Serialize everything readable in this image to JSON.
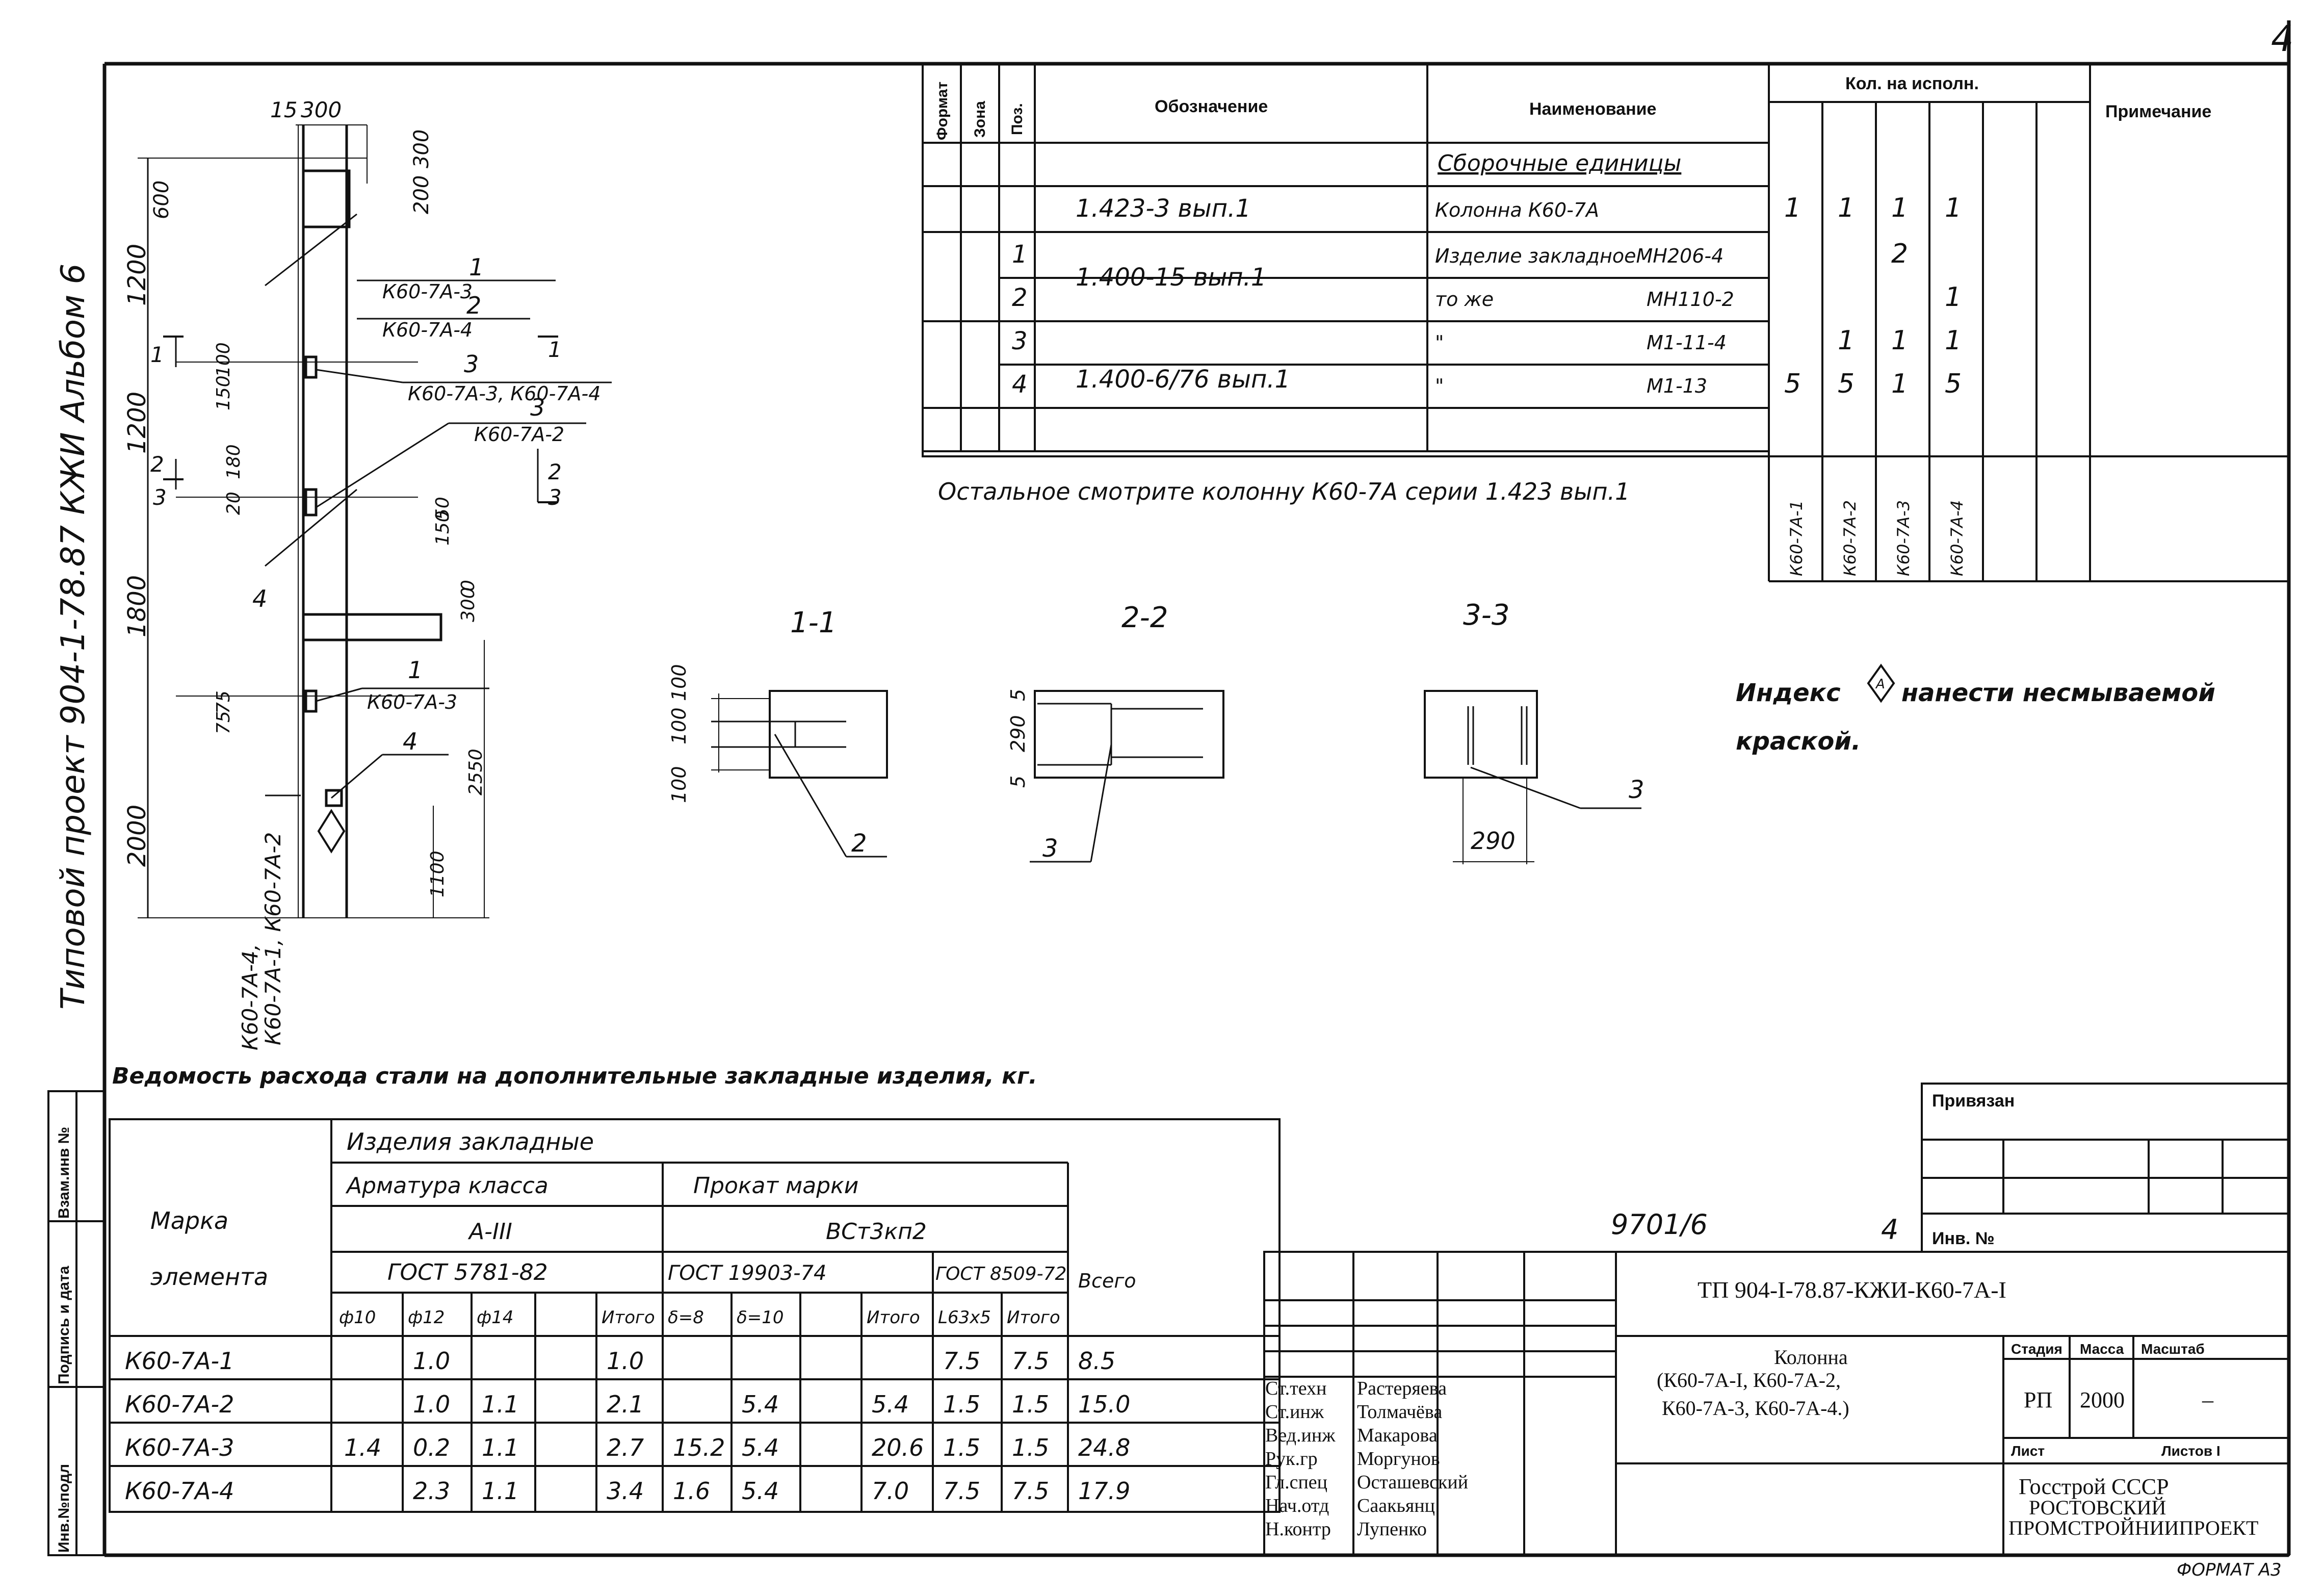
{
  "page_number": "4",
  "side_title": "Типовой проект 904-1-78.87 КЖИ Альбом 6",
  "spec": {
    "headers": {
      "format": "Формат",
      "zone": "Зона",
      "pos": "Поз.",
      "designation": "Обозначение",
      "name": "Наименование",
      "qty": "Кол. на исполн.",
      "note": "Примечание"
    },
    "section_title": "Сборочные единицы",
    "rows": [
      {
        "pos": "",
        "designation": "1.423-3 вып.1",
        "name": "Колонна К60-7А",
        "name_code": "",
        "q": [
          "1",
          "1",
          "1",
          "1"
        ]
      },
      {
        "pos": "1",
        "designation": "1.400-15 вып.1",
        "name": "Изделие закладноеМН206-4",
        "name_code": "",
        "q": [
          "",
          "",
          "2",
          ""
        ]
      },
      {
        "pos": "2",
        "designation": "",
        "name": "то же",
        "name_code": "МН110-2",
        "q": [
          "",
          "",
          "",
          "1"
        ]
      },
      {
        "pos": "3",
        "designation": "1.400-6/76 вып.1",
        "name": "\"",
        "name_code": "М1-11-4",
        "q": [
          "",
          "1",
          "1",
          "1"
        ]
      },
      {
        "pos": "4",
        "designation": "",
        "name": "\"",
        "name_code": "М1-13",
        "q": [
          "5",
          "5",
          "1",
          "5"
        ]
      }
    ],
    "variant_labels": [
      "К60-7А-1",
      "К60-7А-2",
      "К60-7А-3",
      "К60-7А-4"
    ],
    "footnote": "Остальное смотрите колонну К60-7А серии 1.423 вып.1"
  },
  "drawing": {
    "dims_top": [
      "15",
      "300"
    ],
    "dims_right": [
      "600",
      "200",
      "300"
    ],
    "dims_left": [
      "1200",
      "1200",
      "1800",
      "2000"
    ],
    "dims_small": [
      "150",
      "100",
      "20",
      "180",
      "50",
      "150",
      "75",
      "75",
      "0",
      "300",
      "2550",
      "1100"
    ],
    "callouts": [
      "К60-7А-3",
      "К60-7А-4",
      "К60-7А-3, К60-7А-4",
      "К60-7А-2",
      "К60-7А-3"
    ],
    "callout_nums": [
      "1",
      "2",
      "3",
      "3",
      "1",
      "4",
      "4"
    ],
    "section_marks": [
      "1",
      "1",
      "2",
      "2",
      "3",
      "3"
    ],
    "bottom_labels": [
      "К60-7А-4,",
      "К60-7А-1, К60-7А-2"
    ]
  },
  "sections": [
    {
      "title": "1-1",
      "dims": [
        "100",
        "100",
        "100"
      ],
      "callout": "2"
    },
    {
      "title": "2-2",
      "dims": [
        "5",
        "290",
        "5"
      ],
      "callout": "3"
    },
    {
      "title": "3-3",
      "dims": [
        "290"
      ],
      "callout": "3"
    }
  ],
  "note": {
    "line1": "Индекс",
    "symbol": "А",
    "line1b": "нанести несмываемой",
    "line2": "краской."
  },
  "steel": {
    "title": "Ведомость расхода стали на дополнительные закладные изделия, кг.",
    "mark_label": "Марка",
    "element_label": "элемента",
    "group": "Изделия закладные",
    "armature": "Арматура класса",
    "armature_class": "А-III",
    "gost1": "ГОСТ 5781-82",
    "rolled": "Прокат марки",
    "rolled_grade": "ВСт3кп2",
    "gost2": "ГОСТ 19903-74",
    "gost3": "ГОСТ 8509-72",
    "total": "Всего",
    "cols": [
      "ф10",
      "ф12",
      "ф14",
      "",
      "Итого",
      "δ=8",
      "δ=10",
      "",
      "Итого",
      "L63x5",
      "Итого"
    ],
    "rows": [
      {
        "mark": "К60-7А-1",
        "v": [
          "",
          "1.0",
          "",
          "",
          "1.0",
          "",
          "",
          "",
          "",
          "7.5",
          "7.5"
        ],
        "total": "8.5"
      },
      {
        "mark": "К60-7А-2",
        "v": [
          "",
          "1.0",
          "1.1",
          "",
          "2.1",
          "",
          "5.4",
          "",
          "5.4",
          "1.5",
          "1.5"
        ],
        "total": "15.0"
      },
      {
        "mark": "К60-7А-3",
        "v": [
          "1.4",
          "0.2",
          "1.1",
          "",
          "2.7",
          "15.2",
          "5.4",
          "",
          "20.6",
          "1.5",
          "1.5"
        ],
        "total": "24.8"
      },
      {
        "mark": "К60-7А-4",
        "v": [
          "",
          "2.3",
          "1.1",
          "",
          "3.4",
          "1.6",
          "5.4",
          "",
          "7.0",
          "7.5",
          "7.5"
        ],
        "total": "17.9"
      }
    ]
  },
  "left_strip": [
    "Инв.№подл",
    "Подпись и дата",
    "Взам.инв №"
  ],
  "stamp": {
    "privyazan": "Привязан",
    "inv": "Инв. №",
    "archive": "9701/6",
    "sheet_hand": "4",
    "code": "ТП 904-I-78.87-КЖИ-К60-7А-I",
    "title": "Колонна",
    "title2": "(К60-7А-I, К60-7А-2,",
    "title3": "К60-7А-3, К60-7А-4.)",
    "stage_label": "Стадия",
    "mass_label": "Масса",
    "scale_label": "Масштаб",
    "stage": "РП",
    "mass": "2000",
    "scale": "–",
    "sheet_label": "Лист",
    "sheets_label": "Листов I",
    "org1": "Госстрой СССР",
    "org2": "РОСТОВСКИЙ",
    "org3": "ПРОМСТРОЙНИИПРОЕКТ",
    "format": "ФОРМАТ А3",
    "people": [
      {
        "role": "Ст.техн",
        "name": "Растеряева"
      },
      {
        "role": "Ст.инж",
        "name": "Толмачёва"
      },
      {
        "role": "Вед.инж",
        "name": "Макарова"
      },
      {
        "role": "Рук.гр",
        "name": "Моргунов"
      },
      {
        "role": "Гл.спец",
        "name": "Осташевский"
      },
      {
        "role": "Нач.отд",
        "name": "Саакьянц"
      },
      {
        "role": "Н.контр",
        "name": "Лупенко"
      }
    ]
  }
}
